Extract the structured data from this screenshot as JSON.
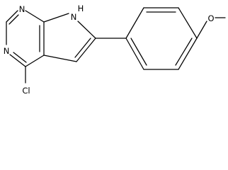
{
  "molecule": {
    "atom_labels": {
      "n_top": "N",
      "n_left": "N",
      "nh": "NH",
      "n_h": "H",
      "cl": "Cl",
      "o": "O"
    }
  }
}
